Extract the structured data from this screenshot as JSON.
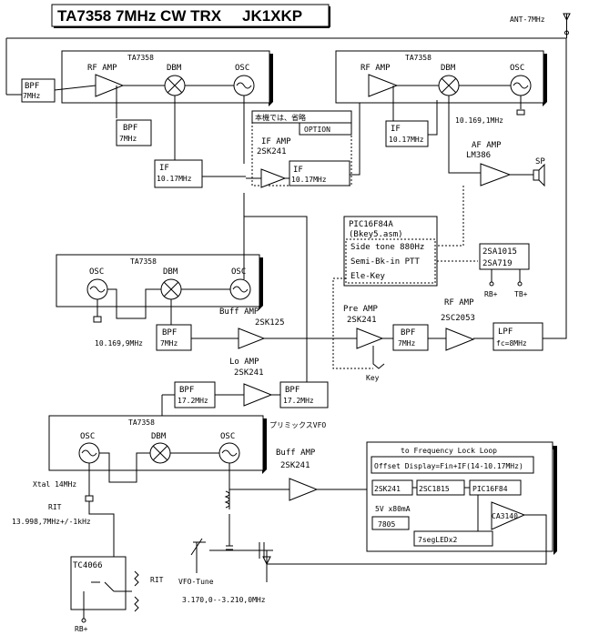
{
  "title": {
    "text": "TA7358 7MHz CW TRX",
    "call": "JK1XKP"
  },
  "antenna": "ANT-7MHz",
  "rx": {
    "chip1": "TA7358",
    "bpf_in": "BPF",
    "bpf_in_f": "7MHz",
    "rf_amp": "RF AMP",
    "dbm": "DBM",
    "osc": "OSC",
    "bpf2": "BPF",
    "bpf2_f": "7MHz",
    "if_box": "IF",
    "if_f": "10.17MHz",
    "chip2": "TA7358",
    "rf_amp2": "RF AMP",
    "dbm2": "DBM",
    "osc2": "OSC",
    "if2": "IF",
    "if2_f": "10.17MHz",
    "xtal": "10.169,1MHz",
    "af_amp": "AF AMP",
    "af_part": "LM386",
    "sp": "SP"
  },
  "option": {
    "note": "本機では、省略",
    "label": "OPTION",
    "if_amp": "IF AMP",
    "if_amp_part": "2SK241",
    "if_box": "IF",
    "if_f": "10.17MHz"
  },
  "pic": {
    "title": "PIC16F84A",
    "sub": "(Bkey5.asm)",
    "sidetone": "Side tone 880Hz",
    "ptt": "Semi-Bk-in PTT",
    "ekey": "Ele-Key"
  },
  "sw": {
    "p1": "2SA1015",
    "p2": "2SA719",
    "rb": "RB+",
    "tb": "TB+"
  },
  "tx": {
    "chip": "TA7358",
    "osc_l": "OSC",
    "dbm": "DBM",
    "osc_r": "OSC",
    "xtal": "10.169,9MHz",
    "bpf": "BPF",
    "bpf_f": "7MHz",
    "buff": "Buff AMP",
    "buff_part": "2SK125",
    "pre": "Pre AMP",
    "pre_part": "2SK241",
    "key": "Key",
    "bpf2": "BPF",
    "bpf2_f": "7MHz",
    "rf": "RF AMP",
    "rf_part": "2SC2053",
    "lpf": "LPF",
    "lpf_f": "fc=8MHz"
  },
  "lo": {
    "bpf1": "BPF",
    "bpf1_f": "17.2MHz",
    "amp": "Lo AMP",
    "amp_part": "2SK241",
    "bpf2": "BPF",
    "bpf2_f": "17.2MHz",
    "premix": "プリミックスVFO"
  },
  "vfo": {
    "chip": "TA7358",
    "osc_l": "OSC",
    "dbm": "DBM",
    "osc_r": "OSC",
    "xtal": "Xtal 14MHz",
    "rit": "RIT",
    "rit_f": "13.998,7MHz+/-1kHz",
    "buff": "Buff AMP",
    "buff_part": "2SK241",
    "tc": "TC4066",
    "rit2": "RIT",
    "tune": "VFO-Tune",
    "tune_f": "3.170,0--3.210,0MHz",
    "rb": "RB+"
  },
  "fll": {
    "title": "to Frequency Lock Loop",
    "offset": "Offset Display=Fin+IF(14-10.17MHz)",
    "q1": "2SK241",
    "q2": "2SC1815",
    "pic": "PIC16F84",
    "pwr": "5V x80mA",
    "reg": "7805",
    "led": "7segLEDx2",
    "cmp": "CA3140"
  }
}
